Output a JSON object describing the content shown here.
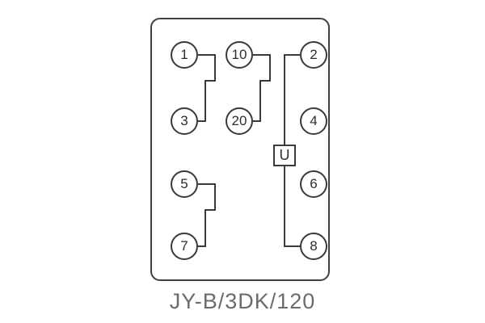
{
  "title": "JY-B/3DK/120",
  "diagram": {
    "u_label": "U",
    "terminals": [
      {
        "label": "1"
      },
      {
        "label": "10"
      },
      {
        "label": "2"
      },
      {
        "label": "3"
      },
      {
        "label": "20"
      },
      {
        "label": "4"
      },
      {
        "label": "5"
      },
      {
        "label": "6"
      },
      {
        "label": "7"
      },
      {
        "label": "8"
      }
    ],
    "connections": [
      {
        "from": "1",
        "to": "3",
        "type": "contact"
      },
      {
        "from": "10",
        "to": "20",
        "type": "contact"
      },
      {
        "from": "5",
        "to": "7",
        "type": "contact"
      },
      {
        "from": "2",
        "to": "8",
        "type": "through-element",
        "element": "U"
      }
    ]
  }
}
